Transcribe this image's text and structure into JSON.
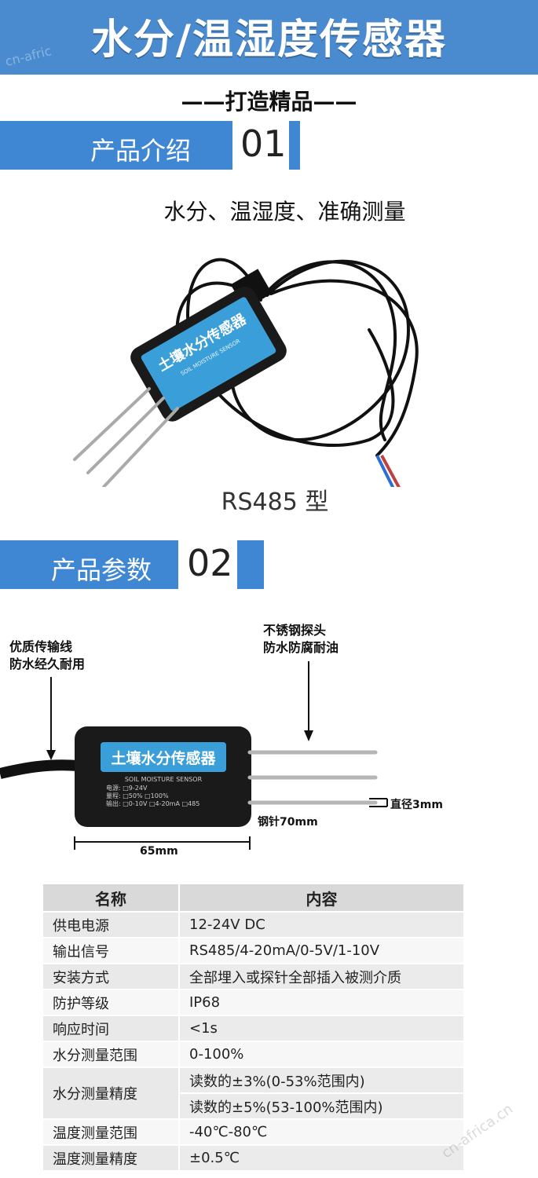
{
  "header": {
    "title": "水分/温湿度传感器",
    "watermark": "cn-afric"
  },
  "slogan": "——打造精品——",
  "section1": {
    "label": "产品介绍",
    "number": "01"
  },
  "subtitle": "水分、温湿度、准确测量",
  "model": "RS485 型",
  "section2": {
    "label": "产品参数",
    "number": "02"
  },
  "diagram": {
    "sensor_label": "土壤水分传感器",
    "sensor_sublabel": "SOIL MOISTURE SENSOR",
    "cable_note": [
      "优质传输线",
      "防水经久耐用"
    ],
    "probe_note": [
      "不锈钢探头",
      "防水防腐耐油"
    ],
    "diameter": "直径3mm",
    "needle_length": "钢针70mm",
    "body_length": "65mm",
    "panel_power": "电源: □9-24V",
    "panel_range": "量程: □50%  □100%",
    "panel_output": "输出: □0-10V □4-20mA □485"
  },
  "spec_table": {
    "headers": [
      "名称",
      "内容"
    ],
    "rows": [
      {
        "name": "供电电源",
        "value": "12-24V DC"
      },
      {
        "name": "输出信号",
        "value": "RS485/4-20mA/0-5V/1-10V"
      },
      {
        "name": "安装方式",
        "value": "全部埋入或探针全部插入被测介质"
      },
      {
        "name": "防护等级",
        "value": "IP68"
      },
      {
        "name": "响应时间",
        "value": "<1s"
      },
      {
        "name": "水分测量范围",
        "value": "0-100%"
      },
      {
        "name": "水分测量精度",
        "value": "读数的±3%(0-53%范围内)",
        "value2": "读数的±5%(53-100%范围内)"
      },
      {
        "name": "温度测量范围",
        "value": "-40℃-80℃"
      },
      {
        "name": "温度测量精度",
        "value": "±0.5℃"
      }
    ]
  },
  "colors": {
    "accent": "#3f87d3",
    "banner": "#4a8bd0",
    "sensor_label": "#3a9fd8"
  },
  "footer_watermark": "cn-africa.cn"
}
